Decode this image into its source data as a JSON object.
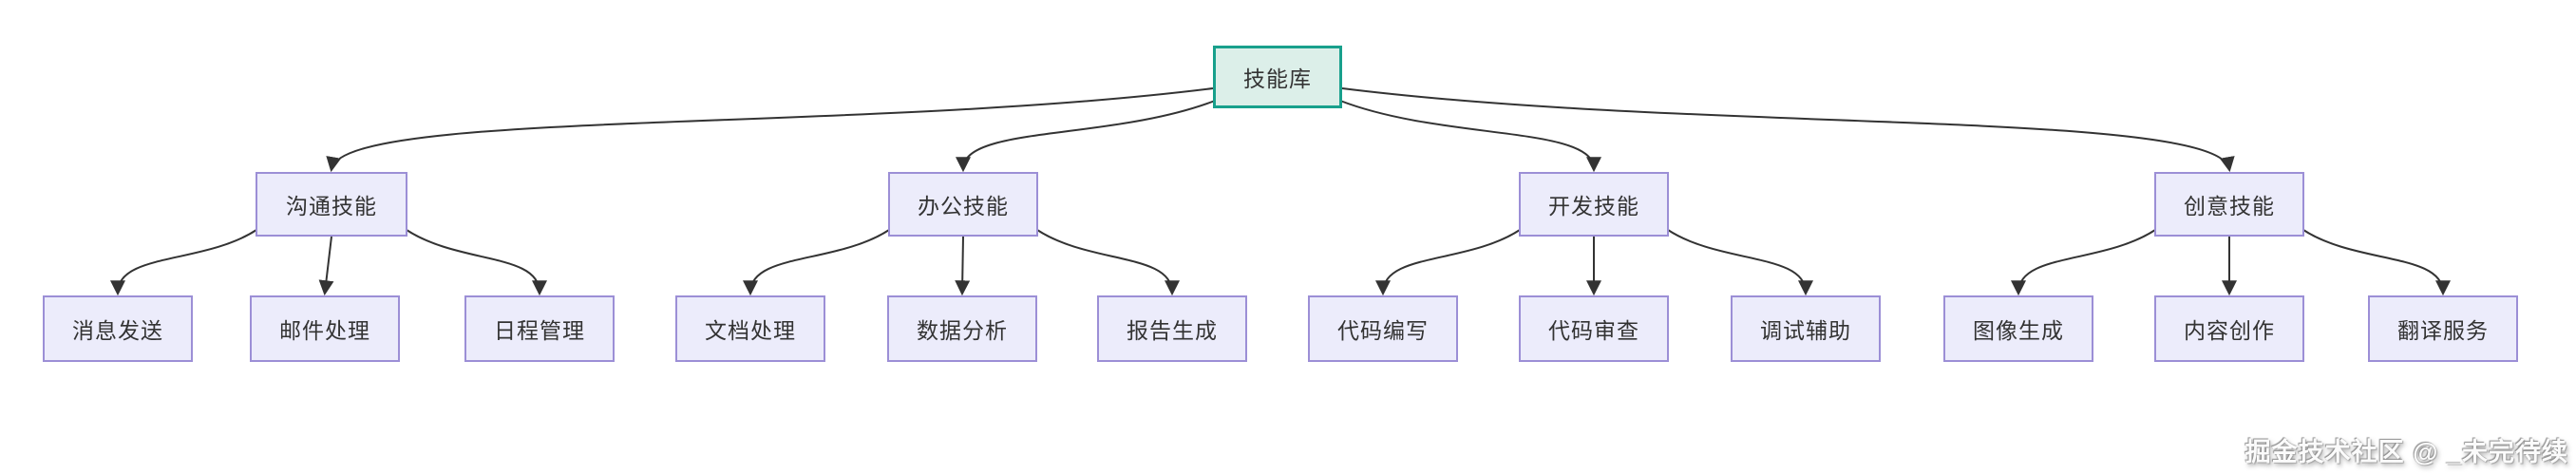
{
  "diagram": {
    "type": "tree-flowchart",
    "root": {
      "label": "技能库"
    },
    "groups": [
      {
        "label": "沟通技能",
        "children": [
          "消息发送",
          "邮件处理",
          "日程管理"
        ]
      },
      {
        "label": "办公技能",
        "children": [
          "文档处理",
          "数据分析",
          "报告生成"
        ]
      },
      {
        "label": "开发技能",
        "children": [
          "代码编写",
          "代码审查",
          "调试辅助"
        ]
      },
      {
        "label": "创意技能",
        "children": [
          "图像生成",
          "内容创作",
          "翻译服务"
        ]
      }
    ],
    "colors": {
      "root_fill": "#dcefe9",
      "root_border": "#18a08c",
      "node_fill": "#ececfb",
      "node_border": "#9c8fd6",
      "edge": "#333333",
      "text": "#333333",
      "background": "#ffffff"
    }
  },
  "watermark": {
    "text": "掘金技术社区 @ _未完待续"
  }
}
